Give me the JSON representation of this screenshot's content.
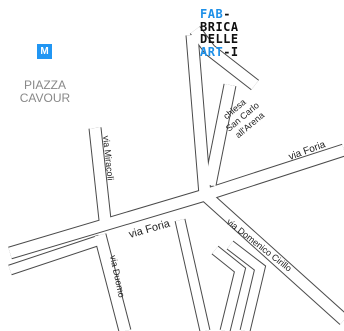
{
  "logo": {
    "line1_blue": "FAB",
    "line1_black": "-",
    "line2": "BRICA",
    "line3": "DELLE",
    "line4_blue": "ART",
    "line4_black": "-I"
  },
  "metro": {
    "label": "M",
    "icon": "metro-icon",
    "color": "#2196f3"
  },
  "square": {
    "line1": "PIAZZA",
    "line2": "CAVOUR"
  },
  "landmark": {
    "line1": "chiesa",
    "line2": "San Carlo",
    "line3": "all'Arena"
  },
  "streets": {
    "foria_right": "via Foria",
    "foria_left": "via Foria",
    "miracoli": "via Miracoli",
    "domenico_cirillo": "via Domenico Cirillo",
    "duomo": "via Duomo"
  },
  "colors": {
    "road_edge": "#4a4a4a",
    "accent_blue": "#1e90e8",
    "square_text": "#888888"
  }
}
